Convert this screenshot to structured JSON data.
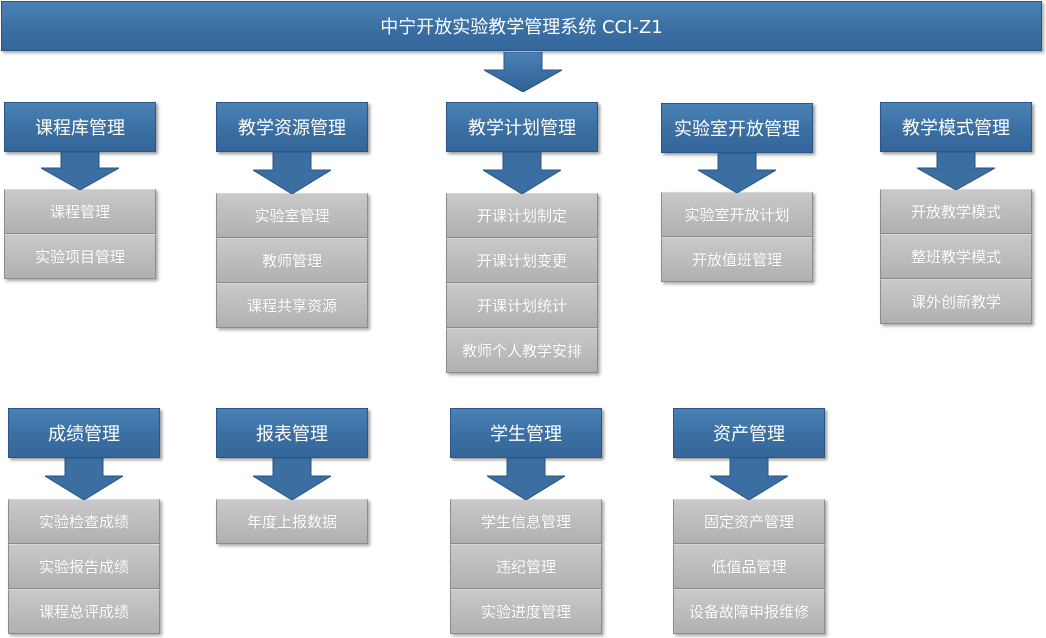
{
  "title": "中宁开放实验教学管理系统 CCI-Z1",
  "modules": [
    {
      "title": "课程库管理",
      "items": [
        "课程管理",
        "实验项目管理"
      ]
    },
    {
      "title": "教学资源管理",
      "items": [
        "实验室管理",
        "教师管理",
        "课程共享资源"
      ]
    },
    {
      "title": "教学计划管理",
      "items": [
        "开课计划制定",
        "开课计划变更",
        "开课计划统计",
        "教师个人教学安排"
      ]
    },
    {
      "title": "实验室开放管理",
      "items": [
        "实验室开放计划",
        "开放值班管理"
      ]
    },
    {
      "title": "教学模式管理",
      "items": [
        "开放教学模式",
        "整班教学模式",
        "课外创新教学"
      ]
    },
    {
      "title": "成绩管理",
      "items": [
        "实验检查成绩",
        "实验报告成绩",
        "课程总评成绩"
      ]
    },
    {
      "title": "报表管理",
      "items": [
        "年度上报数据"
      ]
    },
    {
      "title": "学生管理",
      "items": [
        "学生信息管理",
        "违纪管理",
        "实验进度管理"
      ]
    },
    {
      "title": "资产管理",
      "items": [
        "固定资产管理",
        "低值品管理",
        "设备故障申报维修"
      ]
    }
  ],
  "colors": {
    "header_blue": "#3b6fa2",
    "item_gray": "#b8b8b8",
    "text": "#ffffff"
  }
}
